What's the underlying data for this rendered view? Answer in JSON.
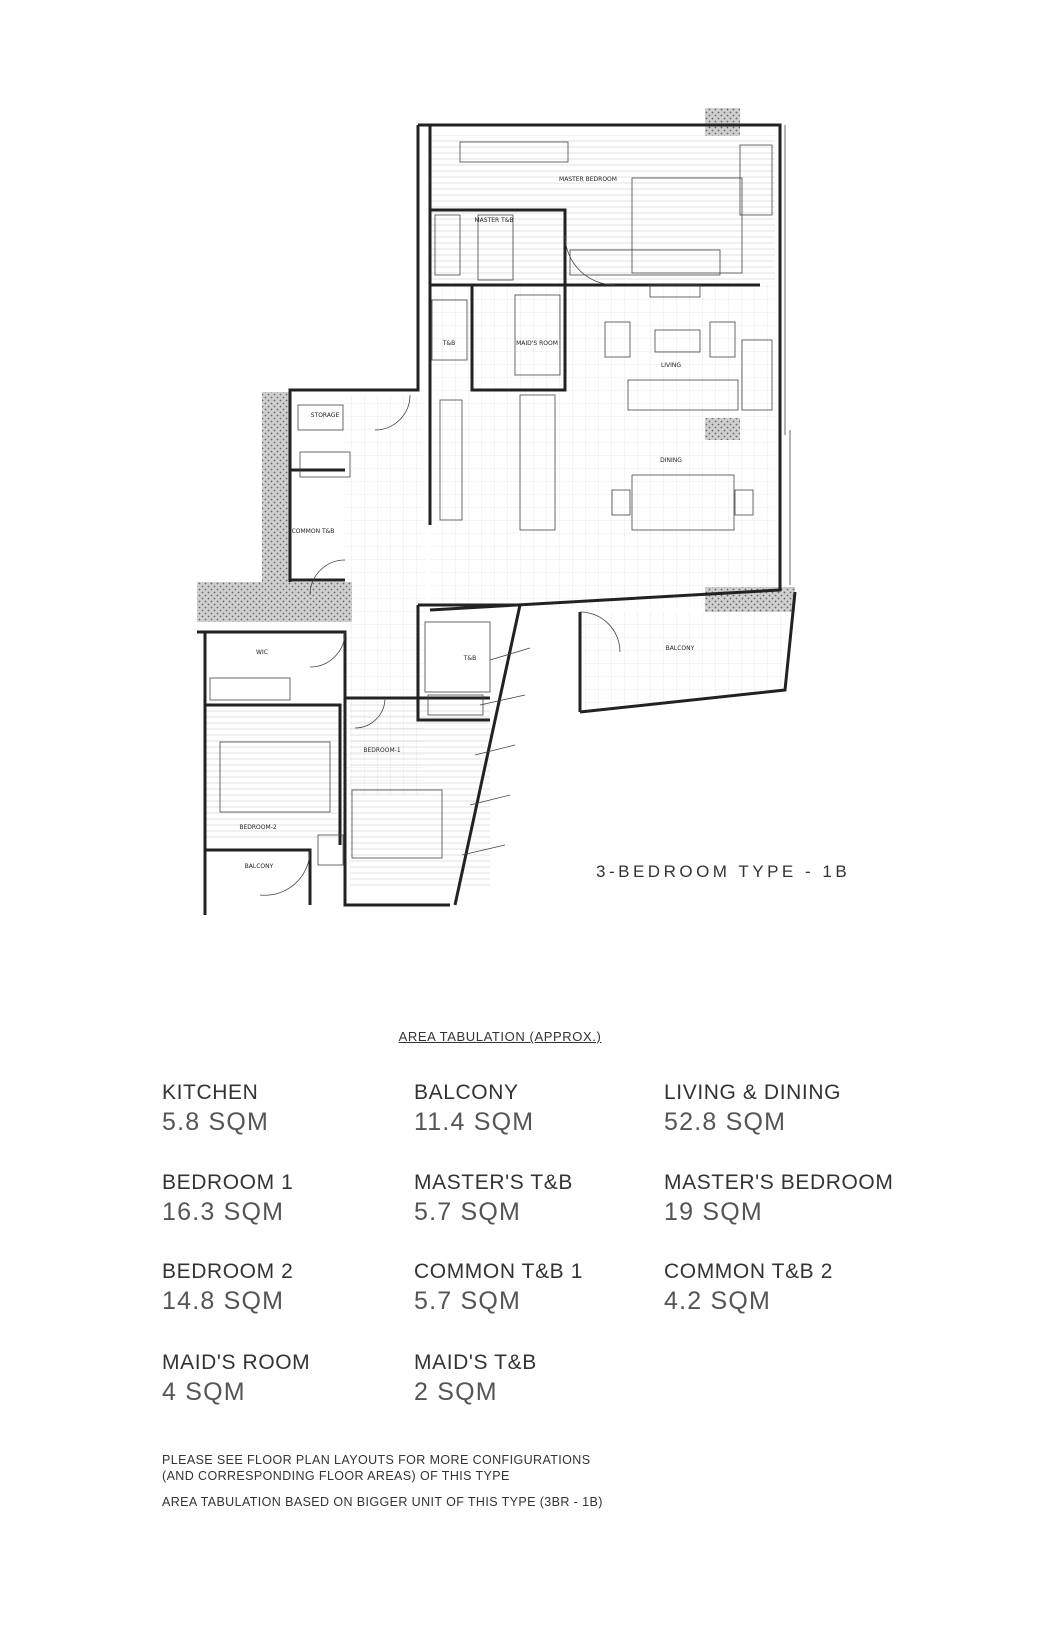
{
  "plan": {
    "title": "3-BEDROOM TYPE - 1B",
    "rooms": [
      {
        "id": "master-bedroom",
        "label": "MASTER BEDROOM"
      },
      {
        "id": "master-tb",
        "label": "MASTER T&B"
      },
      {
        "id": "tb",
        "label": "T&B"
      },
      {
        "id": "maids-room",
        "label": "MAID'S ROOM"
      },
      {
        "id": "living",
        "label": "LIVING"
      },
      {
        "id": "storage",
        "label": "STORAGE"
      },
      {
        "id": "dining",
        "label": "DINING"
      },
      {
        "id": "common-tb",
        "label": "COMMON T&B"
      },
      {
        "id": "balcony-main",
        "label": "BALCONY"
      },
      {
        "id": "wic",
        "label": "WIC"
      },
      {
        "id": "tb-2",
        "label": "T&B"
      },
      {
        "id": "bedroom-1",
        "label": "BEDROOM-1"
      },
      {
        "id": "bedroom-2",
        "label": "BEDROOM-2"
      },
      {
        "id": "balcony-small",
        "label": "BALCONY"
      }
    ]
  },
  "tabulation": {
    "heading": "AREA TABULATION (APPROX.)",
    "areas": [
      {
        "label": "KITCHEN",
        "value": "5.8 SQM"
      },
      {
        "label": "BALCONY",
        "value": "11.4 SQM"
      },
      {
        "label": "LIVING & DINING",
        "value": "52.8 SQM"
      },
      {
        "label": "BEDROOM 1",
        "value": "16.3 SQM"
      },
      {
        "label": "MASTER'S T&B",
        "value": "5.7 SQM"
      },
      {
        "label": "MASTER'S BEDROOM",
        "value": "19 SQM"
      },
      {
        "label": "BEDROOM 2",
        "value": "14.8 SQM"
      },
      {
        "label": "COMMON T&B 1",
        "value": "5.7 SQM"
      },
      {
        "label": "COMMON T&B 2",
        "value": "4.2 SQM"
      },
      {
        "label": "MAID'S ROOM",
        "value": "4 SQM"
      },
      {
        "label": "MAID'S T&B",
        "value": "2 SQM"
      }
    ]
  },
  "notes": [
    "PLEASE SEE FLOOR PLAN LAYOUTS FOR MORE CONFIGURATIONS",
    "(AND CORRESPONDING FLOOR AREAS) OF THIS TYPE",
    "AREA TABULATION BASED ON BIGGER UNIT OF THIS TYPE (3BR - 1B)"
  ]
}
